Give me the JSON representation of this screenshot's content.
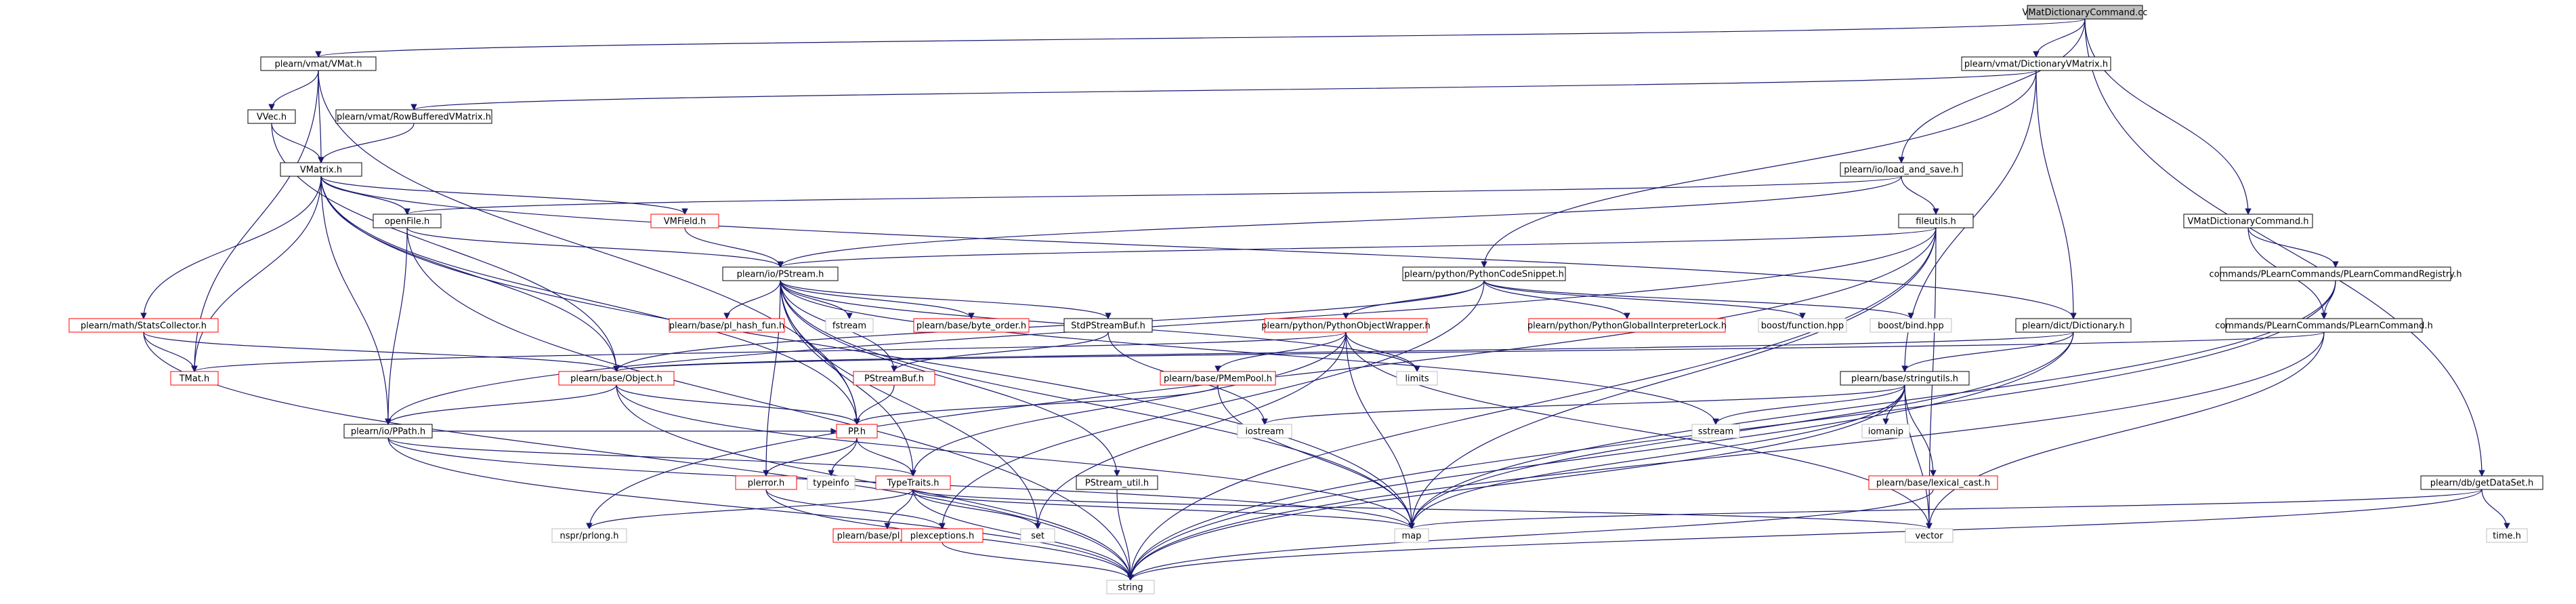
{
  "graph": {
    "nodes": [
      {
        "id": "root",
        "label": "VMatDictionaryCommand.cc",
        "kind": "root"
      },
      {
        "id": "vmat",
        "label": "plearn/vmat/VMat.h",
        "kind": "internal"
      },
      {
        "id": "dictvmat",
        "label": "plearn/vmat/DictionaryVMatrix.h",
        "kind": "internal"
      },
      {
        "id": "vvec",
        "label": "VVec.h",
        "kind": "internal"
      },
      {
        "id": "rowbuf",
        "label": "plearn/vmat/RowBufferedVMatrix.h",
        "kind": "internal"
      },
      {
        "id": "vmatrix",
        "label": "VMatrix.h",
        "kind": "internal"
      },
      {
        "id": "loadsave",
        "label": "plearn/io/load_and_save.h",
        "kind": "internal"
      },
      {
        "id": "vmatdictcmd",
        "label": "VMatDictionaryCommand.h",
        "kind": "internal"
      },
      {
        "id": "openfile",
        "label": "openFile.h",
        "kind": "internal"
      },
      {
        "id": "vmfield",
        "label": "VMField.h",
        "kind": "truncated"
      },
      {
        "id": "fileutils",
        "label": "fileutils.h",
        "kind": "internal"
      },
      {
        "id": "pstream",
        "label": "plearn/io/PStream.h",
        "kind": "internal"
      },
      {
        "id": "pycode",
        "label": "plearn/python/PythonCodeSnippet.h",
        "kind": "internal"
      },
      {
        "id": "registry",
        "label": "commands/PLearnCommands/PLearnCommandRegistry.h",
        "kind": "internal"
      },
      {
        "id": "statscoll",
        "label": "plearn/math/StatsCollector.h",
        "kind": "truncated"
      },
      {
        "id": "hashfun",
        "label": "plearn/base/pl_hash_fun.h",
        "kind": "truncated"
      },
      {
        "id": "fstream",
        "label": "fstream",
        "kind": "system"
      },
      {
        "id": "byteorder",
        "label": "plearn/base/byte_order.h",
        "kind": "truncated"
      },
      {
        "id": "stdpsb",
        "label": "StdPStreamBuf.h",
        "kind": "internal"
      },
      {
        "id": "pyobjwrap",
        "label": "plearn/python/PythonObjectWrapper.h",
        "kind": "truncated"
      },
      {
        "id": "pygil",
        "label": "plearn/python/PythonGlobalInterpreterLock.h",
        "kind": "truncated"
      },
      {
        "id": "boostfn",
        "label": "boost/function.hpp",
        "kind": "system"
      },
      {
        "id": "boostbind",
        "label": "boost/bind.hpp",
        "kind": "system"
      },
      {
        "id": "dictionary",
        "label": "plearn/dict/Dictionary.h",
        "kind": "internal"
      },
      {
        "id": "plcommand",
        "label": "commands/PLearnCommands/PLearnCommand.h",
        "kind": "internal"
      },
      {
        "id": "tmat",
        "label": "TMat.h",
        "kind": "truncated"
      },
      {
        "id": "object",
        "label": "plearn/base/Object.h",
        "kind": "truncated"
      },
      {
        "id": "psb",
        "label": "PStreamBuf.h",
        "kind": "truncated"
      },
      {
        "id": "pmempool",
        "label": "plearn/base/PMemPool.h",
        "kind": "truncated"
      },
      {
        "id": "limits",
        "label": "limits",
        "kind": "system"
      },
      {
        "id": "stringutils",
        "label": "plearn/base/stringutils.h",
        "kind": "internal"
      },
      {
        "id": "ppath",
        "label": "plearn/io/PPath.h",
        "kind": "internal"
      },
      {
        "id": "pph",
        "label": "PP.h",
        "kind": "truncated"
      },
      {
        "id": "iostream",
        "label": "iostream",
        "kind": "system"
      },
      {
        "id": "sstream",
        "label": "sstream",
        "kind": "system"
      },
      {
        "id": "iomanip",
        "label": "iomanip",
        "kind": "system"
      },
      {
        "id": "pstreamutil",
        "label": "PStream_util.h",
        "kind": "internal"
      },
      {
        "id": "pldbiget",
        "label": "plearn/db/getDataSet.h",
        "kind": "internal"
      },
      {
        "id": "plerror",
        "label": "plerror.h",
        "kind": "truncated"
      },
      {
        "id": "typeinfo",
        "label": "typeinfo",
        "kind": "system"
      },
      {
        "id": "typetraits",
        "label": "TypeTraits.h",
        "kind": "truncated"
      },
      {
        "id": "lexcast",
        "label": "plearn/base/lexical_cast.h",
        "kind": "truncated"
      },
      {
        "id": "nsprprlong",
        "label": "nspr/prlong.h",
        "kind": "system"
      },
      {
        "id": "plstdint",
        "label": "plearn/base/pl_stdint.h",
        "kind": "truncated"
      },
      {
        "id": "pexceptions",
        "label": "plexceptions.h",
        "kind": "truncated"
      },
      {
        "id": "set",
        "label": "set",
        "kind": "system"
      },
      {
        "id": "map",
        "label": "map",
        "kind": "system"
      },
      {
        "id": "vector",
        "label": "vector",
        "kind": "system"
      },
      {
        "id": "timeh",
        "label": "time.h",
        "kind": "system"
      },
      {
        "id": "string",
        "label": "string",
        "kind": "system"
      }
    ],
    "edges": [
      [
        "root",
        "vmat"
      ],
      [
        "root",
        "dictvmat"
      ],
      [
        "root",
        "loadsave"
      ],
      [
        "root",
        "vmatdictcmd"
      ],
      [
        "root",
        "pldbiget"
      ],
      [
        "vmat",
        "vvec"
      ],
      [
        "vmat",
        "vmatrix"
      ],
      [
        "vmat",
        "tmat"
      ],
      [
        "vmat",
        "pph"
      ],
      [
        "vvec",
        "vmatrix"
      ],
      [
        "vvec",
        "object"
      ],
      [
        "rowbuf",
        "vmatrix"
      ],
      [
        "dictvmat",
        "rowbuf"
      ],
      [
        "dictvmat",
        "pycode"
      ],
      [
        "dictvmat",
        "dictionary"
      ],
      [
        "dictvmat",
        "stringutils"
      ],
      [
        "vmatrix",
        "openfile"
      ],
      [
        "vmatrix",
        "vmfield"
      ],
      [
        "vmatrix",
        "statscoll"
      ],
      [
        "vmatrix",
        "tmat"
      ],
      [
        "vmatrix",
        "ppath"
      ],
      [
        "vmatrix",
        "object"
      ],
      [
        "vmatrix",
        "pph"
      ],
      [
        "vmatrix",
        "map"
      ],
      [
        "vmatrix",
        "dictionary"
      ],
      [
        "loadsave",
        "openfile"
      ],
      [
        "loadsave",
        "fileutils"
      ],
      [
        "loadsave",
        "pstream"
      ],
      [
        "openfile",
        "ppath"
      ],
      [
        "openfile",
        "pstream"
      ],
      [
        "openfile",
        "string"
      ],
      [
        "vmfield",
        "pstream"
      ],
      [
        "fileutils",
        "pstream"
      ],
      [
        "fileutils",
        "ppath"
      ],
      [
        "fileutils",
        "map"
      ],
      [
        "fileutils",
        "vector"
      ],
      [
        "fileutils",
        "string"
      ],
      [
        "fileutils",
        "nsprprlong"
      ],
      [
        "vmatdictcmd",
        "registry"
      ],
      [
        "vmatdictcmd",
        "plcommand"
      ],
      [
        "registry",
        "plcommand"
      ],
      [
        "registry",
        "map"
      ],
      [
        "registry",
        "string"
      ],
      [
        "plcommand",
        "object"
      ],
      [
        "plcommand",
        "vector"
      ],
      [
        "plcommand",
        "string"
      ],
      [
        "pycode",
        "pyobjwrap"
      ],
      [
        "pycode",
        "pygil"
      ],
      [
        "pycode",
        "boostfn"
      ],
      [
        "pycode",
        "boostbind"
      ],
      [
        "pycode",
        "pexceptions"
      ],
      [
        "pycode",
        "object"
      ],
      [
        "pyobjwrap",
        "pmempool"
      ],
      [
        "pyobjwrap",
        "limits"
      ],
      [
        "pyobjwrap",
        "tmat"
      ],
      [
        "pyobjwrap",
        "typetraits"
      ],
      [
        "pyobjwrap",
        "map"
      ],
      [
        "pyobjwrap",
        "set"
      ],
      [
        "pyobjwrap",
        "vector"
      ],
      [
        "pstream",
        "hashfun"
      ],
      [
        "pstream",
        "fstream"
      ],
      [
        "pstream",
        "byteorder"
      ],
      [
        "pstream",
        "stdpsb"
      ],
      [
        "pstream",
        "psb"
      ],
      [
        "pstream",
        "pph"
      ],
      [
        "pstream",
        "map"
      ],
      [
        "pstream",
        "set"
      ],
      [
        "pstream",
        "limits"
      ],
      [
        "pstream",
        "sstream"
      ],
      [
        "pstream",
        "pstreamutil"
      ],
      [
        "pstream",
        "plerror"
      ],
      [
        "pstream",
        "typetraits"
      ],
      [
        "stdpsb",
        "psb"
      ],
      [
        "stdpsb",
        "iostream"
      ],
      [
        "psb",
        "pph"
      ],
      [
        "statscoll",
        "tmat"
      ],
      [
        "statscoll",
        "object"
      ],
      [
        "statscoll",
        "string"
      ],
      [
        "dictionary",
        "object"
      ],
      [
        "dictionary",
        "stringutils"
      ],
      [
        "dictionary",
        "map"
      ],
      [
        "dictionary",
        "string"
      ],
      [
        "object",
        "ppath"
      ],
      [
        "object",
        "pph"
      ],
      [
        "object",
        "map"
      ],
      [
        "object",
        "string"
      ],
      [
        "pmempool",
        "pph"
      ],
      [
        "pmempool",
        "map"
      ],
      [
        "stringutils",
        "iostream"
      ],
      [
        "stringutils",
        "sstream"
      ],
      [
        "stringutils",
        "iomanip"
      ],
      [
        "stringutils",
        "lexcast"
      ],
      [
        "stringutils",
        "map"
      ],
      [
        "stringutils",
        "vector"
      ],
      [
        "stringutils",
        "string"
      ],
      [
        "ppath",
        "pph"
      ],
      [
        "ppath",
        "typetraits"
      ],
      [
        "ppath",
        "map"
      ],
      [
        "ppath",
        "string"
      ],
      [
        "pph",
        "plerror"
      ],
      [
        "pph",
        "typeinfo"
      ],
      [
        "pph",
        "typetraits"
      ],
      [
        "plerror",
        "pexceptions"
      ],
      [
        "plerror",
        "string"
      ],
      [
        "typetraits",
        "nsprprlong"
      ],
      [
        "typetraits",
        "plstdint"
      ],
      [
        "typetraits",
        "set"
      ],
      [
        "typetraits",
        "map"
      ],
      [
        "typetraits",
        "vector"
      ],
      [
        "typetraits",
        "string"
      ],
      [
        "pexceptions",
        "string"
      ],
      [
        "pstreamutil",
        "string"
      ],
      [
        "lexcast",
        "string"
      ],
      [
        "pldbiget",
        "timeh"
      ],
      [
        "pldbiget",
        "map"
      ],
      [
        "pldbiget",
        "string"
      ]
    ]
  },
  "colors": {
    "edge": "#191970",
    "truncated_border": "#ff0000",
    "root_fill": "#bfbfbf",
    "internal_border": "#000000",
    "system_border": "#bfbfbf",
    "node_fill": "#ffffff",
    "text": "#000000"
  }
}
